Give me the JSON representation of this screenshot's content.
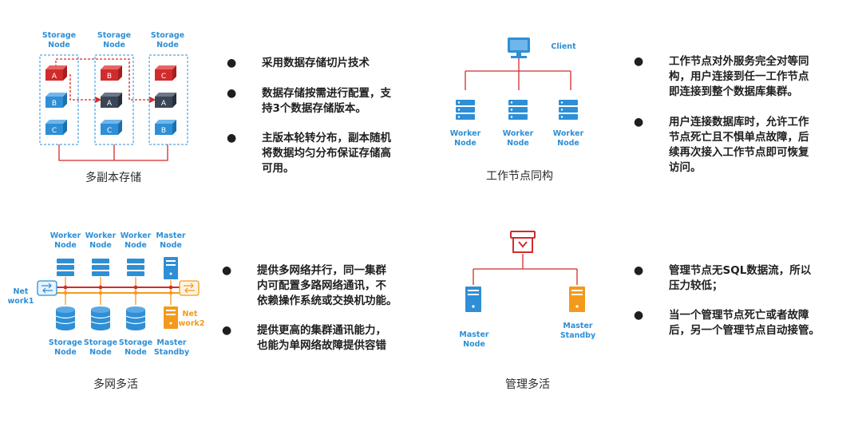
{
  "panel1": {
    "node_labels": [
      "Storage",
      "Node"
    ],
    "cubes": [
      [
        "A",
        "B",
        "C"
      ],
      [
        "B",
        "A",
        "C"
      ],
      [
        "C",
        "A",
        "B"
      ]
    ],
    "caption": "多副本存储",
    "bullets": [
      [
        "采用数据存储切片技术"
      ],
      [
        "数据存储按需进行配置，支",
        "持3个数据存储版本。"
      ],
      [
        "主版本轮转分布，副本随机",
        "将数据均匀分布保证存储高",
        "可用。"
      ]
    ]
  },
  "panel2": {
    "client_label": "Client",
    "worker_labels": [
      "Worker",
      "Node"
    ],
    "caption": "工作节点同构",
    "bullets": [
      [
        "工作节点对外服务完全对等同",
        "构，用户连接到任一工作节点",
        "即连接到整个数据库集群。"
      ],
      [
        "用户连接数据库时，允许工作",
        "节点死亡且不惧单点故障，后",
        "续再次接入工作节点即可恢复",
        "访问。"
      ]
    ]
  },
  "panel3": {
    "top_labels": [
      [
        "Worker",
        "Node"
      ],
      [
        "Worker",
        "Node"
      ],
      [
        "Worker",
        "Node"
      ],
      [
        "Master",
        "Node"
      ]
    ],
    "bottom_labels": [
      [
        "Storage",
        "Node"
      ],
      [
        "Storage",
        "Node"
      ],
      [
        "Storage",
        "Node"
      ],
      [
        "Master",
        "Standby"
      ]
    ],
    "net1": [
      "Net",
      "work1"
    ],
    "net2": [
      "Net",
      "work2"
    ],
    "caption": "多网多活",
    "bullets": [
      [
        "提供多网络并行，同一集群",
        "内可配置多路网络通讯，不",
        "依赖操作系统或交换机功能。"
      ],
      [
        "提供更高的集群通讯能力，",
        "也能为单网络故障提供容错"
      ]
    ]
  },
  "panel4": {
    "master_node": [
      "Master",
      "Node"
    ],
    "master_standby": [
      "Master",
      "Standby"
    ],
    "caption": "管理多活",
    "bullets": [
      [
        "管理节点无SQL数据流，所以",
        "压力较低；"
      ],
      [
        "当一个管理节点死亡或者故障",
        "后，另一个管理节点自动接管。"
      ]
    ]
  },
  "bullet_glyph": "●",
  "colors": {
    "blue": "#2e8fd6",
    "red": "#d12c2c",
    "orange": "#f39a1c",
    "dark_cube": "#3a4656"
  }
}
